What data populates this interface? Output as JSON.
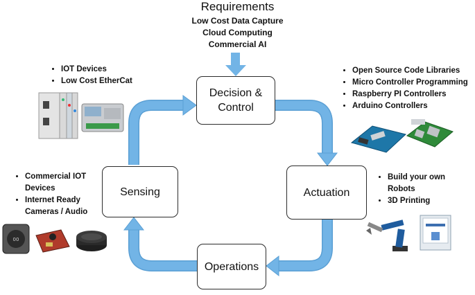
{
  "requirements": {
    "title": "Requirements",
    "items": [
      "Low Cost Data Capture",
      "Cloud Computing",
      "Commercial AI"
    ]
  },
  "boxes": {
    "decision_line1": "Decision &",
    "decision_line2": "Control",
    "actuation": "Actuation",
    "operations": "Operations",
    "sensing": "Sensing"
  },
  "top_left_list": [
    "IOT Devices",
    "Low Cost EtherCat"
  ],
  "top_right_list": [
    "Open Source Code Libraries",
    "Micro Controller Programming",
    "Raspberry PI Controllers",
    "Arduino Controllers"
  ],
  "left_list": [
    "Commercial IOT Devices",
    "Internet Ready Cameras / Audio"
  ],
  "right_list": [
    "Build your own Robots",
    "3D Printing"
  ],
  "colors": {
    "arrow": "#72b4e6",
    "arrow_edge": "#5a9fd4",
    "box_border": "#2b2b2b"
  }
}
